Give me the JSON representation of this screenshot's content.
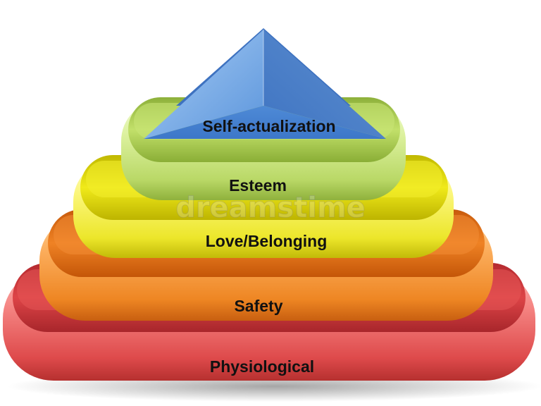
{
  "tiers": [
    {
      "id": "physiological",
      "label": "Physiological",
      "color": "#e8494a"
    },
    {
      "id": "safety",
      "label": "Safety",
      "color": "#f07d1c"
    },
    {
      "id": "love",
      "label": "Love/Belonging",
      "color": "#eeea10"
    },
    {
      "id": "esteem",
      "label": "Esteem",
      "color": "#b9dc5a"
    },
    {
      "id": "self-actualization",
      "label": "Self-actualization",
      "color": "#4d8ad6"
    }
  ],
  "watermark": "dreamstime"
}
